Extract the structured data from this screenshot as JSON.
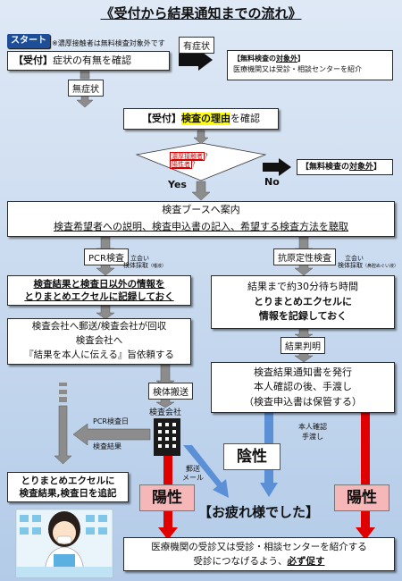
{
  "title": "《受付から結果通知までの流れ》",
  "start_badge": "スタート",
  "start_note": "※濃厚接触者は無料検査対象外です",
  "reception": {
    "tag": "【受付】",
    "text": "症状の有無を確認"
  },
  "symptom_yes_label": "有症状",
  "symptom_outside": {
    "line1_prefix": "【無料検査の",
    "line1_ul": "対象外",
    "line1_suffix": "】",
    "line2": "医療機関又は受診・相談センターを紹介"
  },
  "no_symptom_label": "無症状",
  "reception2": {
    "tag": "【受付】",
    "highlight": "検査の理由",
    "suffix": "を確認"
  },
  "decision": {
    "item1": "濃厚接触者",
    "item2": "陽性者",
    "q1": "？",
    "q2": "？"
  },
  "no_label": "No",
  "yes_label": "Yes",
  "free_outside": {
    "prefix": "【無料検査の",
    "ul": "対象外",
    "suffix": "】"
  },
  "booth": {
    "line1": "検査ブースへ案内",
    "line2": "検査希望者への説明、検査申込書の記入、希望する検査方法を聴取"
  },
  "pcr_label": "PCR検査",
  "pcr_witness1": "立会い",
  "pcr_witness2": "検体採取",
  "pcr_witness_note": "（唾液）",
  "antigen_label": "抗原定性検査",
  "antigen_witness1": "立会い",
  "antigen_witness2": "検体採取",
  "antigen_witness_note": "（鼻腔ぬぐい液）",
  "pcr_box": {
    "line1": "検査結果と検査日以外の情報を",
    "line2": "とりまとめエクセルに記録しておく"
  },
  "antigen_box": {
    "line1": "結果まで約30分待ち時間",
    "line2": "とりまとめエクセルに",
    "line3": "情報を記録しておく"
  },
  "lab_box": {
    "line1": "検査会社へ郵送/検査会社が回収",
    "line2": "検査会社へ",
    "line3": "『結果を本人に伝える』旨依頼する"
  },
  "result_label": "結果判明",
  "notice_box": {
    "line1": "検査結果通知書を発行",
    "line2": "本人確認の後、手渡し",
    "line3": "（検査申込書は保管する）"
  },
  "specimen_label": "検体搬送",
  "lab_company": "検査会社",
  "pcr_day_label": "PCR検査日",
  "test_result_label": "検査結果",
  "mail_label1": "郵送",
  "mail_label2": "メール",
  "identity_label1": "本人確認",
  "identity_label2": "手渡し",
  "negative": "陰性",
  "positive_left": "陽性",
  "positive_right": "陽性",
  "excel_box": {
    "line1": "とりまとめエクセルに",
    "line2": "検査結果,検査日を追記"
  },
  "thanks": "【お疲れ様でした】",
  "final_box": {
    "line1": "医療機関の受診又は受診・相談センターを紹介する",
    "line2_prefix": "受診につなげるよう、",
    "line2_ul": "必ず促す"
  },
  "colors": {
    "red": "#e00000",
    "blue": "#5b8fd6",
    "gray": "#8c8c8c",
    "pink": "#f5b7b7",
    "yellow": "#ffff00",
    "start_blue": "#1f4e99"
  }
}
